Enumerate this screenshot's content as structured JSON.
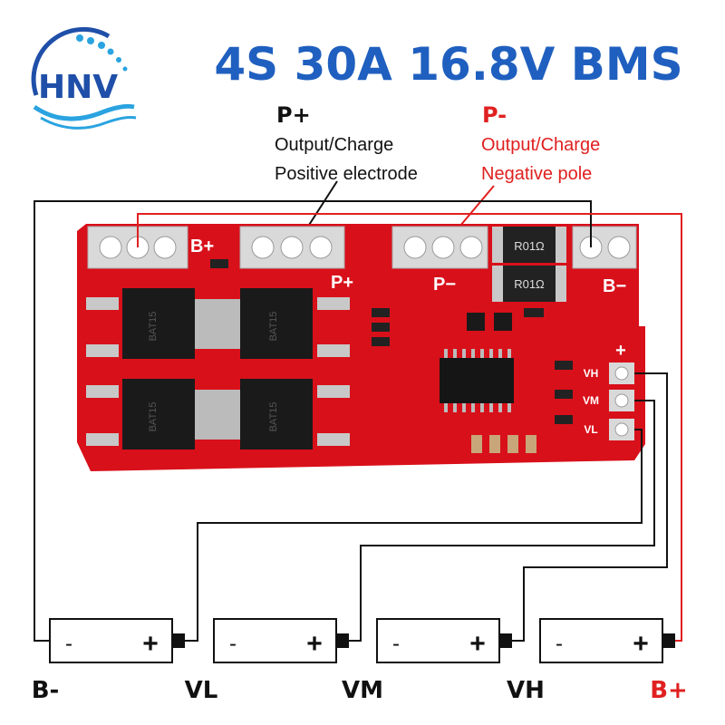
{
  "logo": {
    "text": "HNV",
    "color": "#1f4fa8",
    "accent": "#2aa3e0"
  },
  "title": "4S 30A 16.8V BMS",
  "title_color": "#1f5fbf",
  "pos_label": {
    "title": "P+",
    "line1": "Output/Charge",
    "line2": "Positive electrode"
  },
  "neg_label": {
    "title": "P-",
    "line1": "Output/Charge",
    "line2": "Negative pole",
    "color": "#e02020"
  },
  "board": {
    "color": "#d8101a",
    "pads": {
      "b_plus": "B+",
      "p_plus": "P+",
      "p_minus": "P−",
      "b_minus": "B−",
      "plus": "+",
      "vh": "VH",
      "vm": "VM",
      "vl": "VL"
    },
    "resistor_text": "R01Ω",
    "mosfet_text": "BAT15"
  },
  "cells": [
    {
      "minus": "-",
      "plus": "+"
    },
    {
      "minus": "-",
      "plus": "+"
    },
    {
      "minus": "-",
      "plus": "+"
    },
    {
      "minus": "-",
      "plus": "+"
    }
  ],
  "bottom_labels": [
    {
      "text": "B-"
    },
    {
      "text": "VL"
    },
    {
      "text": "VM"
    },
    {
      "text": "VH"
    },
    {
      "text": "B+",
      "color": "#e02020"
    }
  ],
  "wire_colors": {
    "black": "#111111",
    "red": "#e02020"
  }
}
